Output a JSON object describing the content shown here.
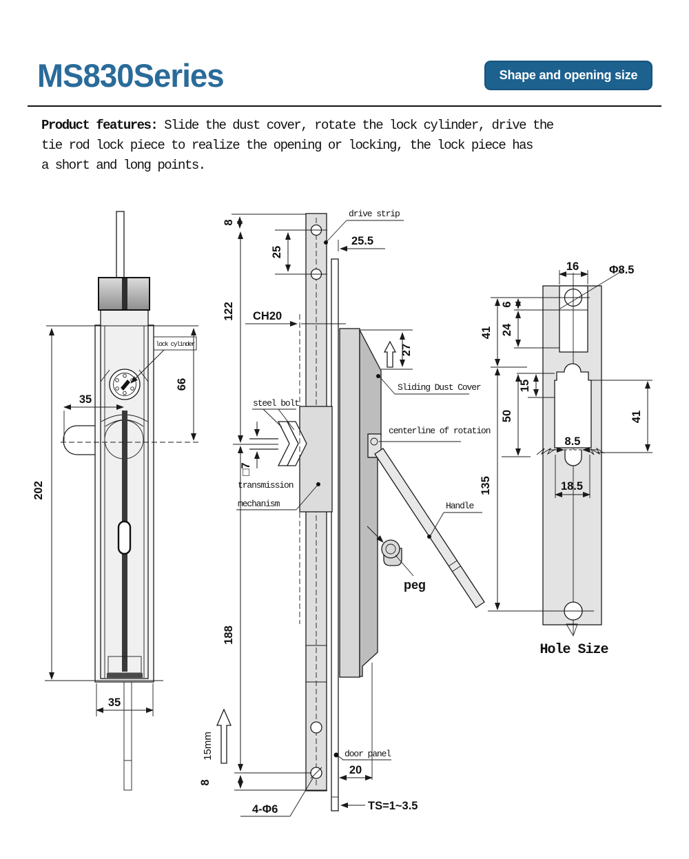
{
  "header": {
    "title": "MS830Series",
    "badge": "Shape and opening size",
    "colors": {
      "title": "#2a6b99",
      "badge_bg": "#1d618f",
      "badge_text": "#ffffff"
    }
  },
  "features": {
    "label": "Product features:",
    "lines": [
      "Slide the dust cover, rotate the lock cylinder, drive the",
      "tie rod lock piece to realize the opening or locking, the lock piece has",
      "a short and long points."
    ]
  },
  "front_view": {
    "labels": {
      "lock_cylinder": "lock cylinder"
    },
    "dims": {
      "width_top": "35",
      "height": "202",
      "cylinder_offset": "66",
      "width_bottom": "35"
    }
  },
  "side_view": {
    "labels": {
      "drive_strip": "drive strip",
      "ch20": "CH20",
      "steel_bolt": "steel bolt",
      "square_bolt": "□7",
      "transmission_line1": "transmission",
      "transmission_line2": "mechanism",
      "sliding_dust_cover": "Sliding Dust Cover",
      "centerline_of_rotation": "centerline of rotation",
      "handle": "Handle",
      "peg": "peg",
      "door_panel": "door panel",
      "mount_holes": "4-Φ6",
      "panel_thickness": "TS=1~3.5",
      "travel": "15mm"
    },
    "dims": {
      "top_edge": "8",
      "hole_pitch": "25",
      "upper_length": "122",
      "strip_offset": "25.5",
      "cover_travel": "27",
      "lower_length": "188",
      "panel_depth": "20",
      "bottom_edge": "8"
    }
  },
  "hole_view": {
    "caption": "Hole Size",
    "dims": {
      "slot_width": "16",
      "hole_dia": "Φ8.5",
      "top_offset": "6",
      "slot_height": "24",
      "upper_span": "41",
      "neck_height": "15",
      "mid_span": "50",
      "right_span": "41",
      "key_slot_width": "8.5",
      "cutout_width": "18.5",
      "total_span": "135"
    }
  }
}
